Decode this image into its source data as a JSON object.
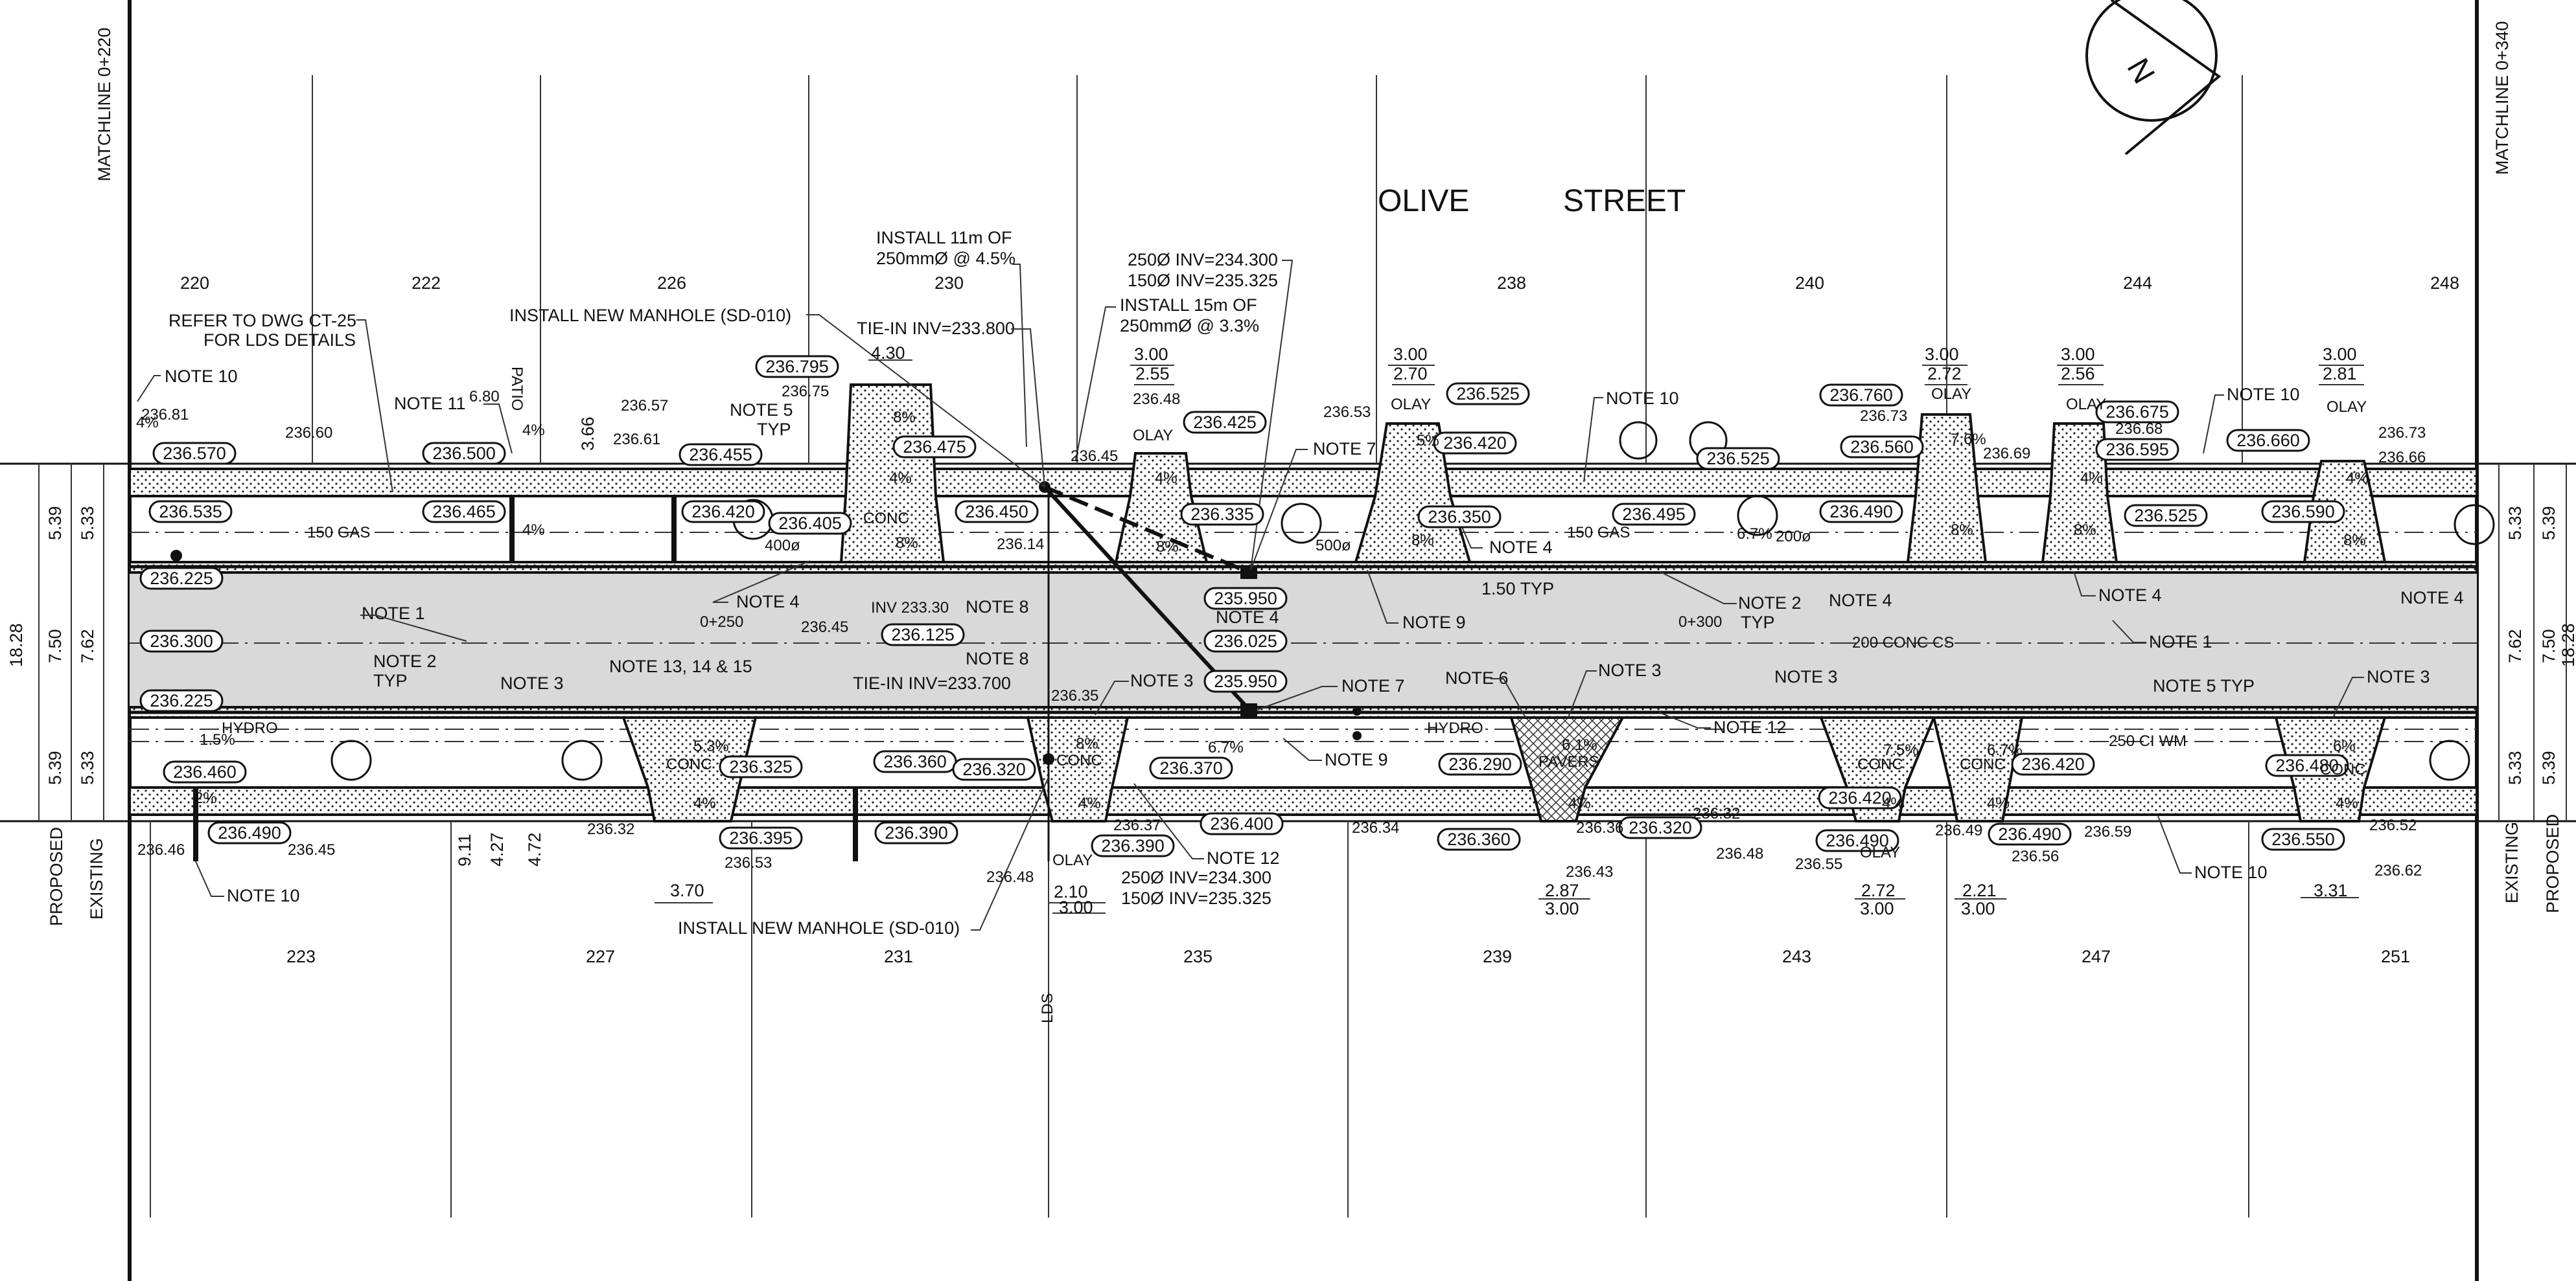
{
  "street": {
    "name_a": "OLIVE",
    "name_b": "STREET"
  },
  "matchlines": {
    "left": "MATCHLINE 0+220",
    "right": "MATCHLINE 0+340"
  },
  "side_labels": {
    "proposed": "PROPOSED",
    "existing": "EXISTING"
  },
  "north_arrow": {
    "letter": "N"
  },
  "stations": [
    "0+250",
    "0+300"
  ],
  "lot_numbers_top": [
    "220",
    "222",
    "226",
    "230",
    "238",
    "240",
    "244",
    "248"
  ],
  "lot_numbers_bottom": [
    "223",
    "227",
    "231",
    "235",
    "239",
    "243",
    "247",
    "251"
  ],
  "dims_left": [
    "5.39",
    "5.33",
    "18.28",
    "7.50",
    "7.62",
    "5.39",
    "5.33"
  ],
  "dims_right": [
    "5.33",
    "5.39",
    "7.62",
    "7.50",
    "18.28",
    "5.33",
    "5.39"
  ],
  "utilities": {
    "gas_left": "150 GAS",
    "gas_right": "150 GAS",
    "sewer": "200 CONC CS",
    "watermain": "250 CI WM",
    "hydro_left": "HYDRO",
    "hydro_right": "HYDRO",
    "lds": "LDS",
    "inv": "INV 233.30"
  },
  "callouts": {
    "refer": [
      "REFER TO DWG CT-25",
      "FOR LDS DETAILS"
    ],
    "install_mh_top": "INSTALL NEW MANHOLE (SD-010)",
    "install_mh_bottom": "INSTALL NEW MANHOLE (SD-010)",
    "install_11m": [
      "INSTALL 11m OF",
      "250mmØ @ 4.5%"
    ],
    "tie_in_top": "TIE-IN INV=233.800",
    "tie_in_bottom": "TIE-IN INV=233.700",
    "inv_250_top": "250Ø INV=234.300",
    "inv_150_top": "150Ø INV=235.325",
    "install_15m": [
      "INSTALL 15m OF",
      "250mmØ @ 3.3%"
    ],
    "inv_250_bot": "250Ø INV=234.300",
    "inv_150_bot": "150Ø INV=235.325",
    "note_10": "NOTE 10",
    "note_11": "NOTE 11",
    "note_5_typ": [
      "NOTE 5",
      "TYP"
    ],
    "note_7": "NOTE 7",
    "note_4": "NOTE 4",
    "note_1": "NOTE 1",
    "note_2_typ": [
      "NOTE 2",
      "TYP"
    ],
    "note_3": "NOTE 3",
    "note_13": "NOTE 13, 14 & 15",
    "note_8": "NOTE 8",
    "note_9": "NOTE 9",
    "note_6": "NOTE 6",
    "note_12": "NOTE 12",
    "note_5_typ_inline": "NOTE 5 TYP",
    "typ_150": "1.50 TYP"
  },
  "proposed_elevations": [
    "236.570",
    "236.500",
    "236.455",
    "236.795",
    "236.475",
    "236.425",
    "236.525",
    "236.420",
    "236.525",
    "236.760",
    "236.560",
    "236.675",
    "236.595",
    "236.660",
    "236.535",
    "236.465",
    "236.420",
    "236.405",
    "236.450",
    "236.335",
    "236.350",
    "236.495",
    "236.490",
    "236.525",
    "236.590",
    "236.225",
    "236.300",
    "236.225",
    "236.125",
    "235.950",
    "236.025",
    "235.950",
    "236.460",
    "236.325",
    "236.360",
    "236.320",
    "236.370",
    "236.290",
    "236.420",
    "236.480",
    "236.490",
    "236.395",
    "236.390",
    "236.390",
    "236.400",
    "236.360",
    "236.320",
    "236.490",
    "236.490",
    "236.550",
    "236.420"
  ],
  "existing_elevations": [
    "236.81",
    "236.60",
    "236.57",
    "236.61",
    "236.75",
    "236.48",
    "236.53",
    "236.73",
    "236.69",
    "236.68",
    "236.73",
    "236.66",
    "236.45",
    "236.14",
    "236.45",
    "236.35",
    "236.46",
    "236.45",
    "236.32",
    "236.53",
    "236.48",
    "236.37",
    "236.34",
    "236.36",
    "236.43",
    "236.32",
    "236.48",
    "236.55",
    "236.49",
    "236.56",
    "236.59",
    "236.52",
    "236.62"
  ],
  "slopes": [
    "4%",
    "8%",
    "5%",
    "7.6%",
    "6.7%",
    "6.1%",
    "5.3%",
    "7.5%",
    "2%",
    "1.5%",
    "6%"
  ],
  "driveway_labels": {
    "olay": "OLAY",
    "conc": "CONC",
    "pavers": "PAVERS",
    "patio": "PATIO"
  },
  "tree_sizes": [
    "400ø",
    "500ø",
    "200ø"
  ],
  "dimensions": {
    "top": [
      "4.30",
      "3.00",
      "2.55",
      "3.00",
      "2.70",
      "3.00",
      "2.72",
      "3.00",
      "2.56",
      "3.00",
      "2.81",
      "6.80",
      "3.66"
    ],
    "bottom": [
      "3.70",
      "2.10",
      "3.00",
      "2.87",
      "3.00",
      "2.72",
      "3.00",
      "2.21",
      "3.00",
      "3.31",
      "9.11",
      "4.27",
      "4.72"
    ]
  },
  "colors": {
    "road": "#d9d9d9",
    "line": "#111111",
    "paper": "#ffffff"
  }
}
